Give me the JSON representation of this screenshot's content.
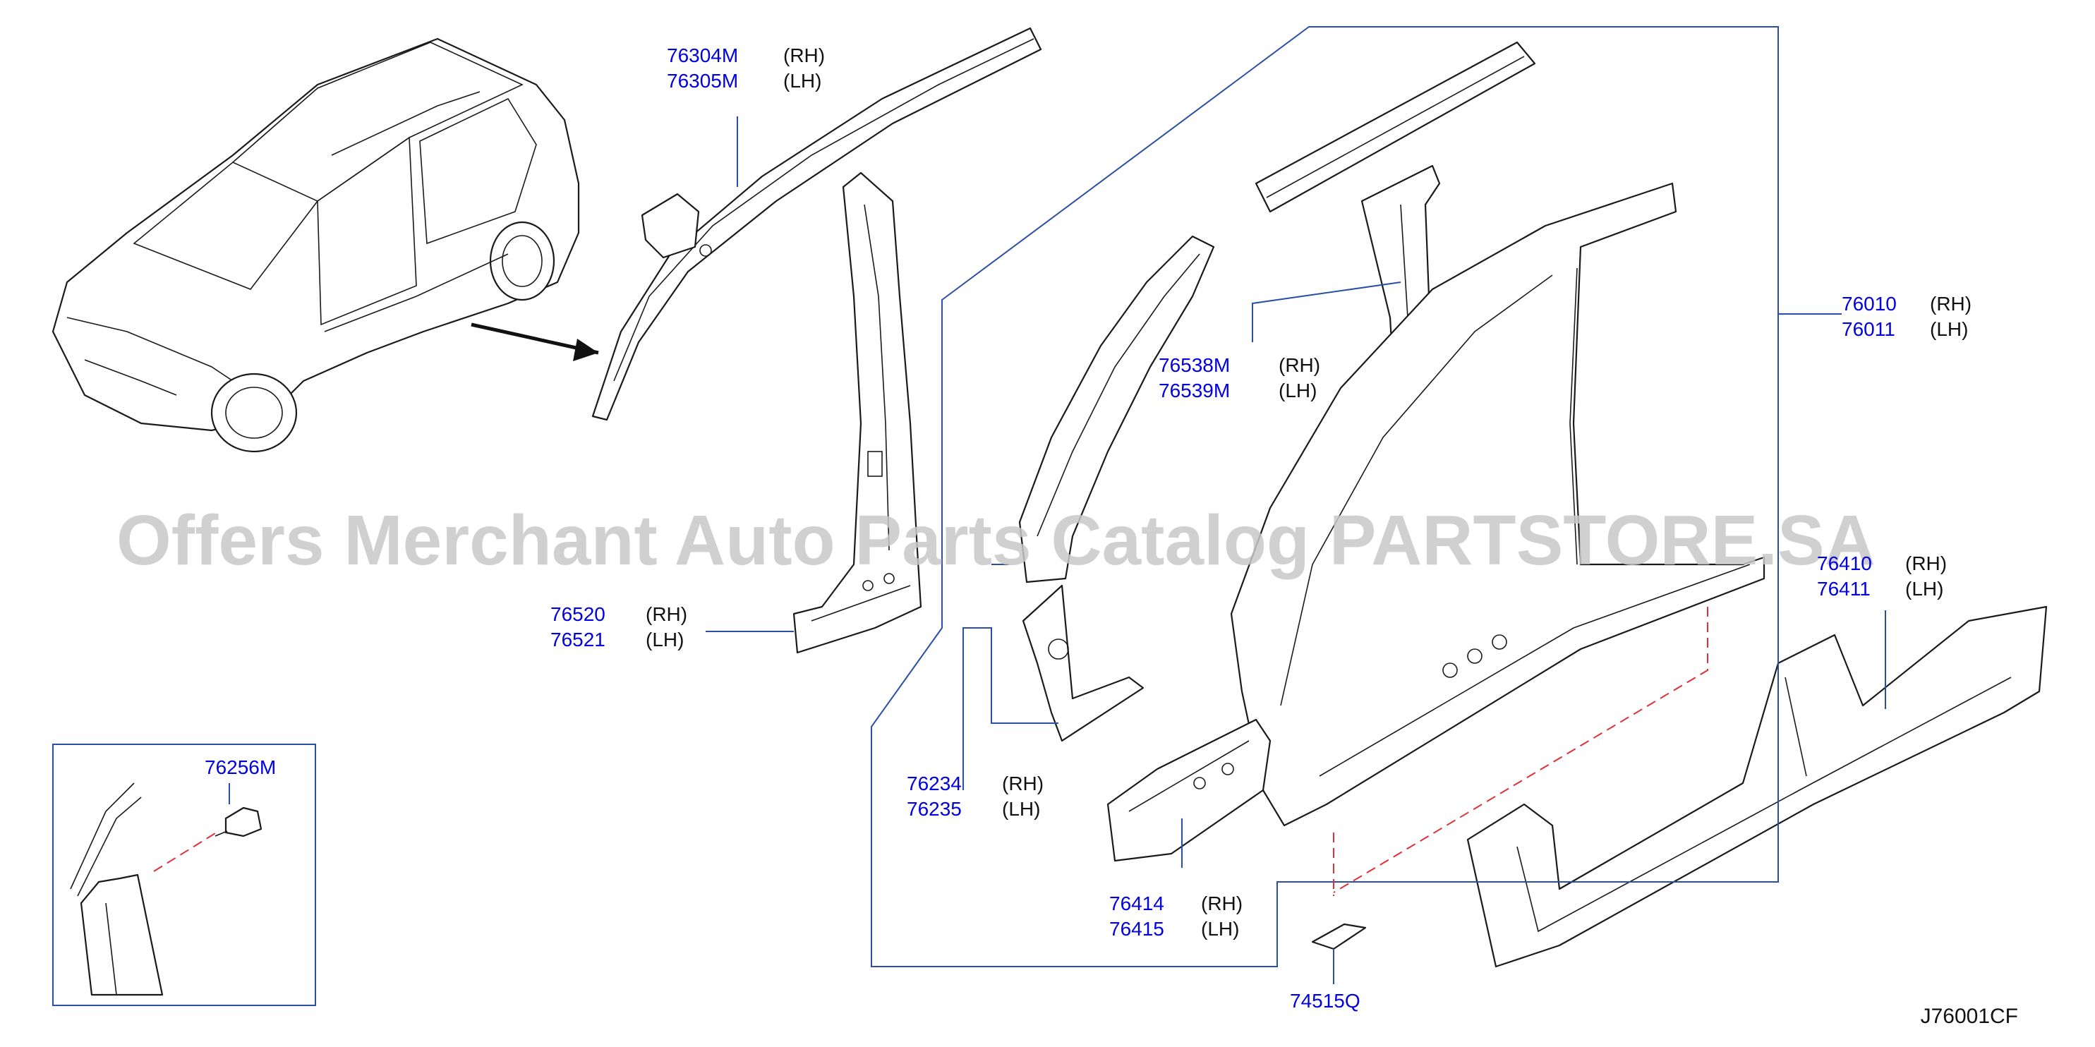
{
  "colors": {
    "part_number": "#0000e0",
    "leader_line": "#2c4fa6",
    "hidden_line": "#e0303a",
    "watermark": "#c8c8c8"
  },
  "watermark": "Offers Merchant Auto Parts Catalog PARTSTORE.SA",
  "diagram_code": "J76001CF",
  "callouts": {
    "roof_rail": {
      "rh": {
        "part": "76304M",
        "side": "(RH)"
      },
      "lh": {
        "part": "76305M",
        "side": "(LH)"
      }
    },
    "pillar_front": {
      "rh": {
        "part": "76520",
        "side": "(RH)"
      },
      "lh": {
        "part": "76521",
        "side": "(LH)"
      }
    },
    "clip": {
      "part": "76256M"
    },
    "pillar_lower": {
      "rh": {
        "part": "76234",
        "side": "(RH)"
      },
      "lh": {
        "part": "76235",
        "side": "(LH)"
      }
    },
    "center_pillar": {
      "rh": {
        "part": "76538M",
        "side": "(RH)"
      },
      "lh": {
        "part": "76539M",
        "side": "(LH)"
      }
    },
    "side_body": {
      "rh": {
        "part": "76010",
        "side": "(RH)"
      },
      "lh": {
        "part": "76011",
        "side": "(LH)"
      }
    },
    "sill_outer": {
      "rh": {
        "part": "76410",
        "side": "(RH)"
      },
      "lh": {
        "part": "76411",
        "side": "(LH)"
      }
    },
    "sill_reinf": {
      "rh": {
        "part": "76414",
        "side": "(RH)"
      },
      "lh": {
        "part": "76415",
        "side": "(LH)"
      }
    },
    "plug": {
      "part": "74515Q"
    }
  }
}
